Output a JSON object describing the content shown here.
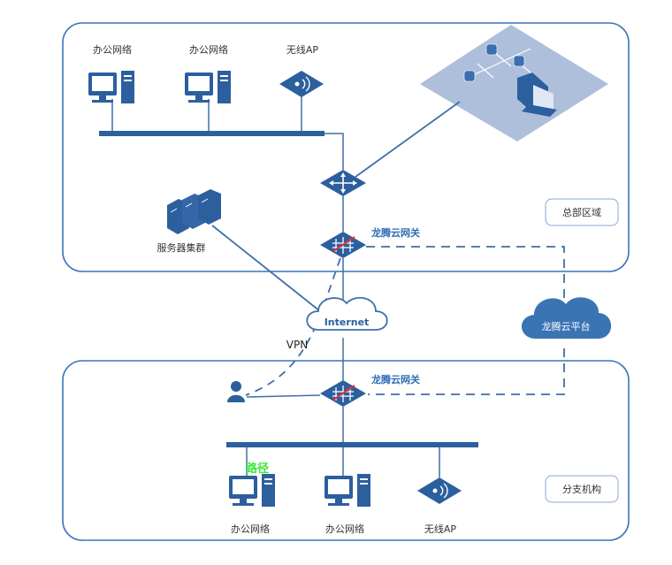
{
  "hq": {
    "area_label": "总部区域",
    "pc1_label": "办公网络",
    "pc2_label": "办公网络",
    "ap_label": "无线AP",
    "gateway_label": "龙腾云网关",
    "server_label": "服务器集群"
  },
  "wan": {
    "internet_label": "Internet",
    "vpn_label": "VPN",
    "cloud_platform_label": "龙腾云平台"
  },
  "branch": {
    "area_label": "分支机构",
    "gateway_label": "龙腾云网关",
    "pc1_label": "办公网络",
    "pc2_label": "办公网络",
    "ap_label": "无线AP",
    "path_label": "路径"
  },
  "colors": {
    "border": "#3b74b8",
    "device": "#2c5f9e",
    "link": "#3f6fa8",
    "datacenter_bg": "#aebfdc",
    "cloud": "#3a74b3"
  }
}
